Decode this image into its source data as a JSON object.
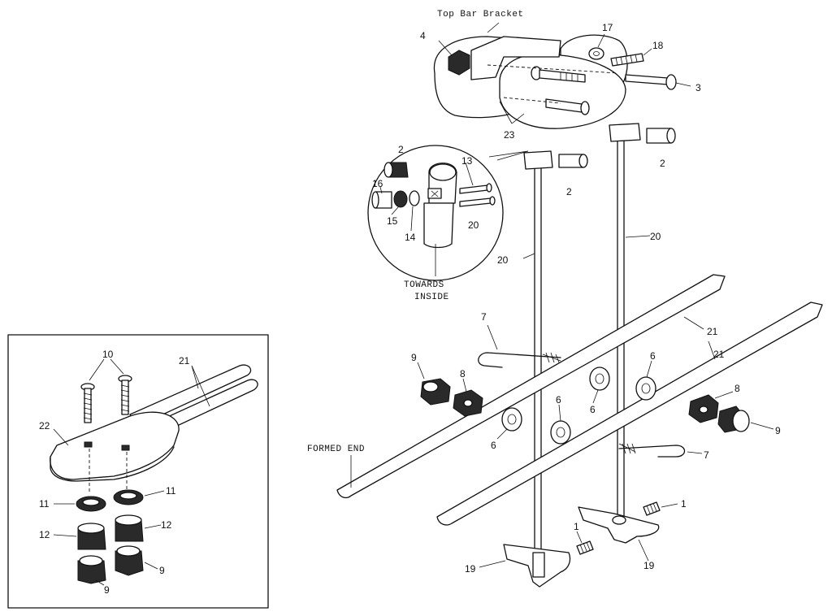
{
  "diagram": {
    "captions": {
      "top_bar_bracket": "Top Bar Bracket",
      "towards_inside_1": "TOWARDS",
      "towards_inside_2": "INSIDE",
      "formed_end": "FORMED END"
    },
    "part_labels": {
      "p1a": "1",
      "p1b": "1",
      "p2a": "2",
      "p2b": "2",
      "p2c": "2",
      "p3": "3",
      "p4": "4",
      "p6a": "6",
      "p6b": "6",
      "p6c": "6",
      "p6d": "6",
      "p7a": "7",
      "p7b": "7",
      "p8a": "8",
      "p8b": "8",
      "p9a": "9",
      "p9b": "9",
      "p9c": "9",
      "p9d": "9",
      "p10": "10",
      "p11a": "11",
      "p11b": "11",
      "p12a": "12",
      "p12b": "12",
      "p13": "13",
      "p14": "14",
      "p15": "15",
      "p16": "16",
      "p17": "17",
      "p18": "18",
      "p19a": "19",
      "p19b": "19",
      "p20a": "20",
      "p20b": "20",
      "p20c": "20",
      "p21a": "21",
      "p21b": "21",
      "p21c": "21",
      "p22": "22",
      "p23": "23"
    }
  }
}
